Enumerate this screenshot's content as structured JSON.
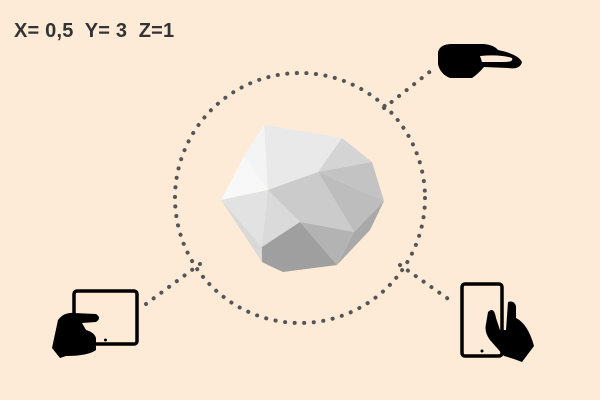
{
  "coordinates": {
    "label": "X= 0,5  Y= 3  Z=1",
    "x": "0,5",
    "y": "3",
    "z": "1"
  },
  "nodes": {
    "center": "icosahedron-3d-object",
    "devices": [
      "vr-headset",
      "tablet",
      "smartphone"
    ]
  },
  "colors": {
    "background": "#fdebd7",
    "text": "#333333",
    "dotted_line": "#555555",
    "icon": "#000000"
  }
}
